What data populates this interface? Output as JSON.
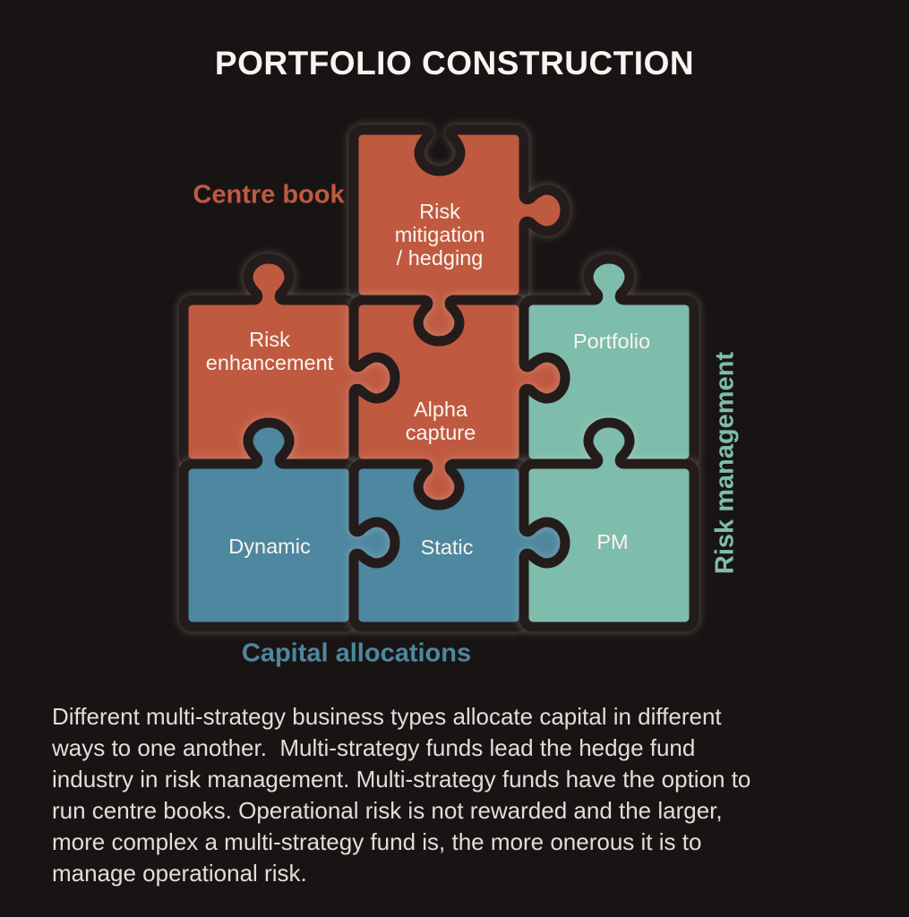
{
  "title": "PORTFOLIO CONSTRUCTION",
  "colors": {
    "background": "#191414",
    "centre_book_red": "#bf5a41",
    "capital_allocations_blue": "#4d87a0",
    "risk_management_teal": "#7ebcab",
    "title_text": "#f7f4f2",
    "piece_text": "#fbf4ef",
    "paragraph_text": "#e2ddd9"
  },
  "diagram": {
    "groups": [
      {
        "id": "centre-book",
        "label": "Centre book",
        "color": "#bf5a41"
      },
      {
        "id": "capital-allocations",
        "label": "Capital allocations",
        "color": "#4d87a0"
      },
      {
        "id": "risk-management",
        "label": "Risk management",
        "color": "#7ebcab"
      }
    ],
    "pieces": [
      {
        "id": "risk-mitigation",
        "label": "Risk\nmitigation\n/ hedging",
        "group": "centre-book",
        "color": "#bf5a41"
      },
      {
        "id": "risk-enhancement",
        "label": "Risk\nenhancement",
        "group": "centre-book",
        "color": "#bf5a41"
      },
      {
        "id": "alpha-capture",
        "label": "Alpha\ncapture",
        "group": "centre-book",
        "color": "#bf5a41"
      },
      {
        "id": "portfolio",
        "label": "Portfolio",
        "group": "risk-management",
        "color": "#7ebcab"
      },
      {
        "id": "dynamic",
        "label": "Dynamic",
        "group": "capital-allocations",
        "color": "#4d87a0"
      },
      {
        "id": "static",
        "label": "Static",
        "group": "capital-allocations",
        "color": "#4d87a0"
      },
      {
        "id": "pm",
        "label": "PM",
        "group": "risk-management",
        "color": "#7ebcab"
      }
    ]
  },
  "paragraph": "Different multi-strategy business types allocate capital in different\nways to one another.  Multi-strategy funds lead the hedge fund\nindustry in risk management. Multi-strategy funds have the option to\nrun centre books. Operational risk is not rewarded and the larger,\nmore complex a multi-strategy fund is, the more onerous it is to\nmanage operational risk."
}
